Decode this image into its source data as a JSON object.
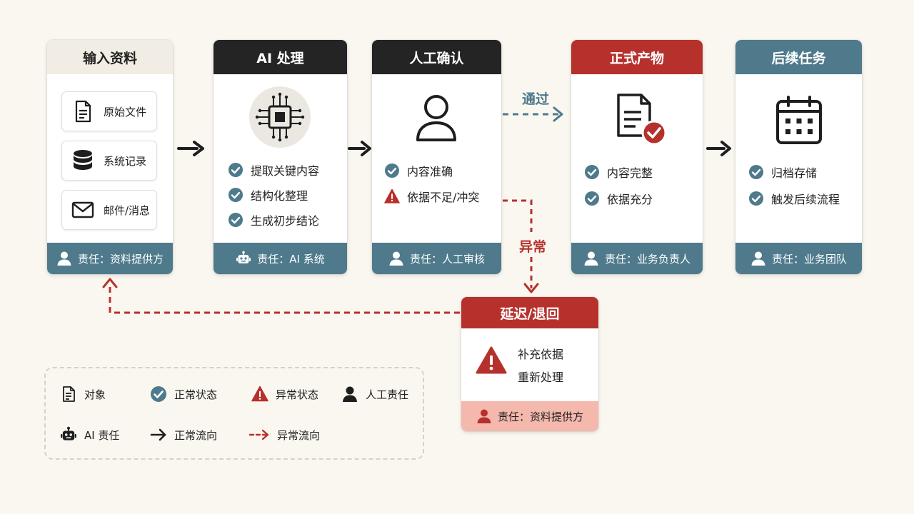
{
  "colors": {
    "dark": "#242424",
    "red": "#b7312c",
    "teal": "#4e7a8c",
    "light_header": "#f1ede4",
    "pink_footer": "#f4b8ad",
    "background": "#faf7f0"
  },
  "stages": {
    "input": {
      "title": "输入资料",
      "sources": [
        {
          "label": "原始文件",
          "icon": "document-icon"
        },
        {
          "label": "系统记录",
          "icon": "database-icon"
        },
        {
          "label": "邮件/消息",
          "icon": "mail-icon"
        }
      ],
      "owner": "责任：资料提供方"
    },
    "ai": {
      "title": "AI 处理",
      "icon": "chip-icon",
      "items": [
        "提取关键内容",
        "结构化整理",
        "生成初步结论"
      ],
      "owner": "责任：AI 系统"
    },
    "review": {
      "title": "人工确认",
      "icon": "person-icon",
      "items": [
        {
          "label": "内容准确",
          "status": "ok"
        },
        {
          "label": "依据不足/冲突",
          "status": "warning"
        }
      ],
      "owner": "责任：人工审核"
    },
    "output": {
      "title": "正式产物",
      "icon": "approved-document-icon",
      "items": [
        "内容完整",
        "依据充分"
      ],
      "owner": "责任：业务负责人"
    },
    "followup": {
      "title": "后续任务",
      "icon": "calendar-icon",
      "items": [
        "归档存储",
        "触发后续流程"
      ],
      "owner": "责任：业务团队"
    },
    "exception": {
      "title": "延迟/退回",
      "icon": "warning-icon",
      "items": [
        "补充依据",
        "重新处理"
      ],
      "owner": "责任：资料提供方"
    }
  },
  "flows": {
    "pass_label": "通过",
    "exception_label": "异常"
  },
  "legend": [
    {
      "label": "对象",
      "icon": "document-icon"
    },
    {
      "label": "正常状态",
      "icon": "check-circle-icon"
    },
    {
      "label": "异常状态",
      "icon": "warning-icon"
    },
    {
      "label": "人工责任",
      "icon": "person-icon"
    },
    {
      "label": "AI 责任",
      "icon": "robot-icon"
    },
    {
      "label": "正常流向",
      "icon": "arrow-right-icon"
    },
    {
      "label": "异常流向",
      "icon": "dashed-arrow-icon"
    }
  ]
}
